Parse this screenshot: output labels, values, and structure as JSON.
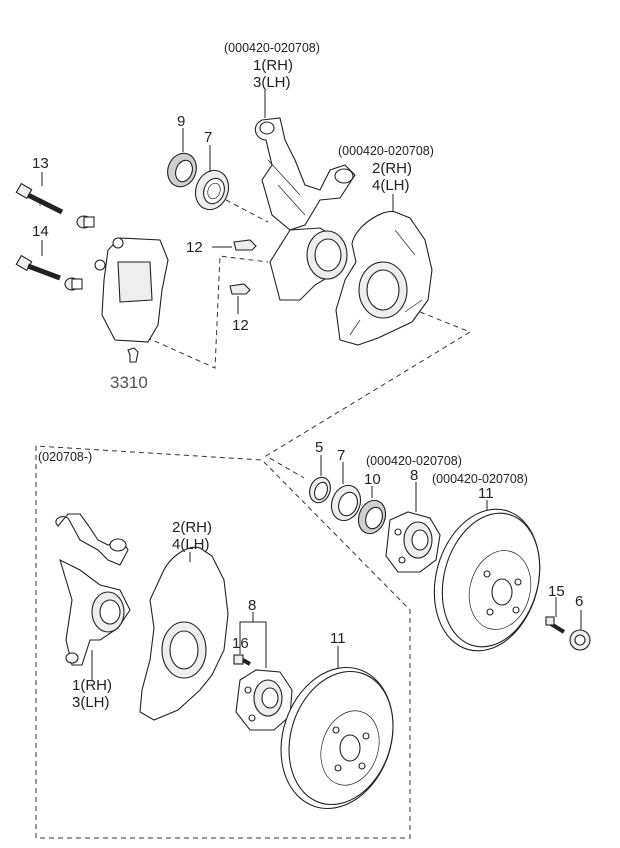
{
  "labels": {
    "knuckle_top_date": "(000420-020708)",
    "knuckle_top_rh": "1(RH)",
    "knuckle_top_lh": "3(LH)",
    "seal_9": "9",
    "bearing_7_top": "7",
    "shield_top_date": "(000420-020708)",
    "shield_top_rh": "2(RH)",
    "shield_top_lh": "4(LH)",
    "bolt_13": "13",
    "bolt_14": "14",
    "clip_12_upper": "12",
    "clip_12_lower": "12",
    "caliper_3310": "3310",
    "section_date": "(020708-)",
    "ring_5": "5",
    "bearing_7_mid": "7",
    "seal_10": "10",
    "hub_8_mid": "8",
    "hub_mid_date": "(000420-020708)",
    "disc_mid_date": "(000420-020708)",
    "disc_11_mid": "11",
    "bolt_15": "15",
    "nut_6": "6",
    "shield_low_rh": "2(RH)",
    "shield_low_lh": "4(LH)",
    "hub_8_low": "8",
    "bolt_16": "16",
    "knuckle_low_rh": "1(RH)",
    "knuckle_low_lh": "3(LH)",
    "disc_11_low": "11"
  }
}
